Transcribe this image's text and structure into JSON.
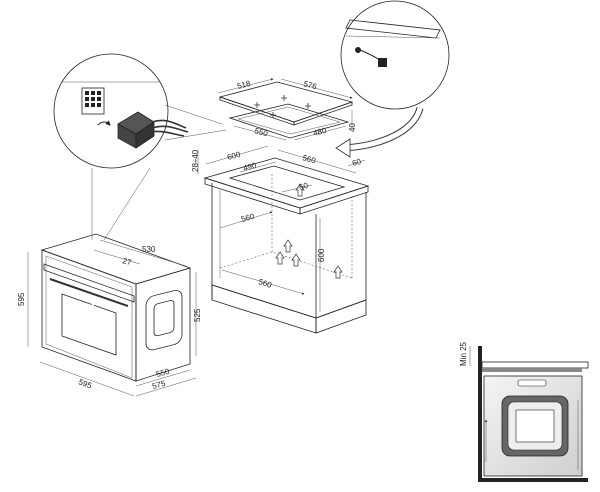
{
  "hob": {
    "depth": "518",
    "width": "576",
    "cut_width": "550",
    "cut_depth": "480",
    "thickness": "40"
  },
  "cabinet": {
    "top_width": "600",
    "top_gap": "28÷40",
    "inner_top": "490",
    "top_depth": "560",
    "rear_gap": "60",
    "inner_gap": "50",
    "inner_width": "560",
    "height": "600",
    "bottom_width": "560"
  },
  "oven": {
    "height": "595",
    "depth": "530",
    "panel_depth": "27",
    "body_height": "525",
    "width": "595",
    "body_width": "550",
    "body_depth": "575"
  },
  "section": {
    "min_label": "Min 25"
  }
}
